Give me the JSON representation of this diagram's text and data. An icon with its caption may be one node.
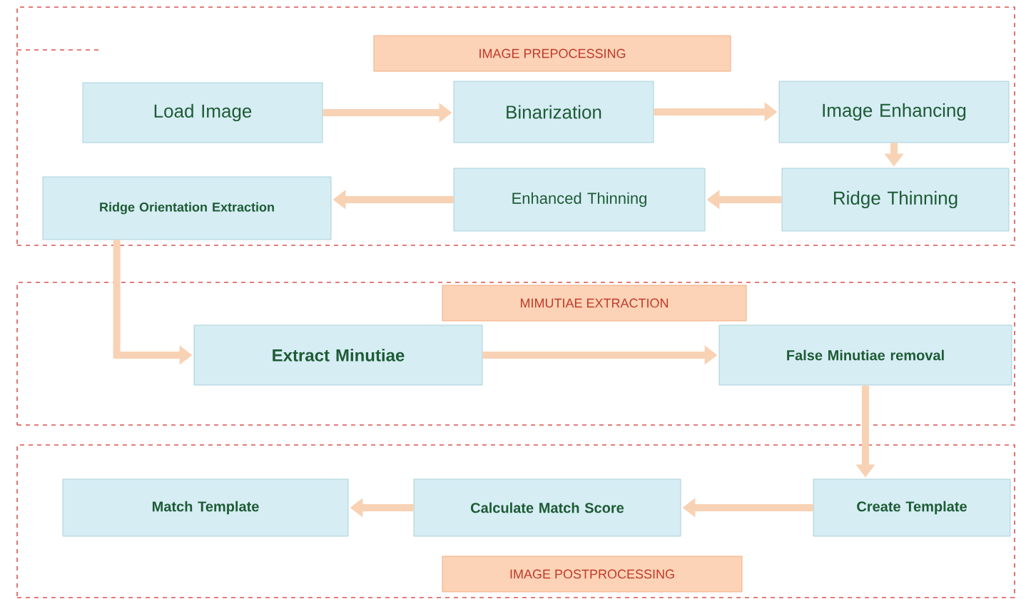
{
  "diagram": {
    "nodes": [
      {
        "text": [],
        "shape": "box"
      },
      {
        "text": [
          "IMAGE PREPOCESSING"
        ],
        "in": 0
      },
      {
        "text": [
          "Load Image"
        ],
        "in": 0
      },
      {
        "text": [
          "Binarization"
        ],
        "in": 0
      },
      {
        "text": [
          "Image Enhancing"
        ],
        "in": 0
      },
      {
        "text": [
          "Ridge Thinning"
        ],
        "in": 0
      },
      {
        "text": [
          "Enhanced Thinning"
        ],
        "in": 0
      },
      {
        "text": [
          "Ridge Orientation Extraction"
        ],
        "in": 0
      },
      {
        "text": [],
        "shape": "box"
      },
      {
        "text": [
          "MIMUTIAE EXTRACTION"
        ],
        "in": 8
      },
      {
        "text": [
          "Extract Minutiae"
        ],
        "in": 8
      },
      {
        "text": [
          "False Minutiae removal"
        ],
        "in": 8
      },
      {
        "text": [],
        "shape": "box"
      },
      {
        "text": [
          "Create Template"
        ],
        "in": 12
      },
      {
        "text": [
          "Calculate Match Score"
        ],
        "in": 12
      },
      {
        "text": [
          "Match Template"
        ],
        "in": 12
      },
      {
        "text": [
          "IMAGE POSTPROCESSING"
        ],
        "in": 12
      }
    ],
    "edges": [
      {
        "from": 2,
        "to": 3,
        "arrow": "to"
      },
      {
        "from": 3,
        "to": 4,
        "arrow": "to"
      },
      {
        "from": 4,
        "to": 5,
        "arrow": "to"
      },
      {
        "from": 5,
        "to": 6,
        "arrow": "to"
      },
      {
        "from": 6,
        "to": 7,
        "arrow": "to"
      },
      {
        "from": 7,
        "to": 10,
        "arrow": "to"
      },
      {
        "from": 10,
        "to": 11,
        "arrow": "to"
      },
      {
        "from": 11,
        "to": 13,
        "arrow": "to"
      },
      {
        "from": 13,
        "to": 14,
        "arrow": "to"
      },
      {
        "from": 14,
        "to": 15,
        "arrow": "to"
      }
    ]
  }
}
